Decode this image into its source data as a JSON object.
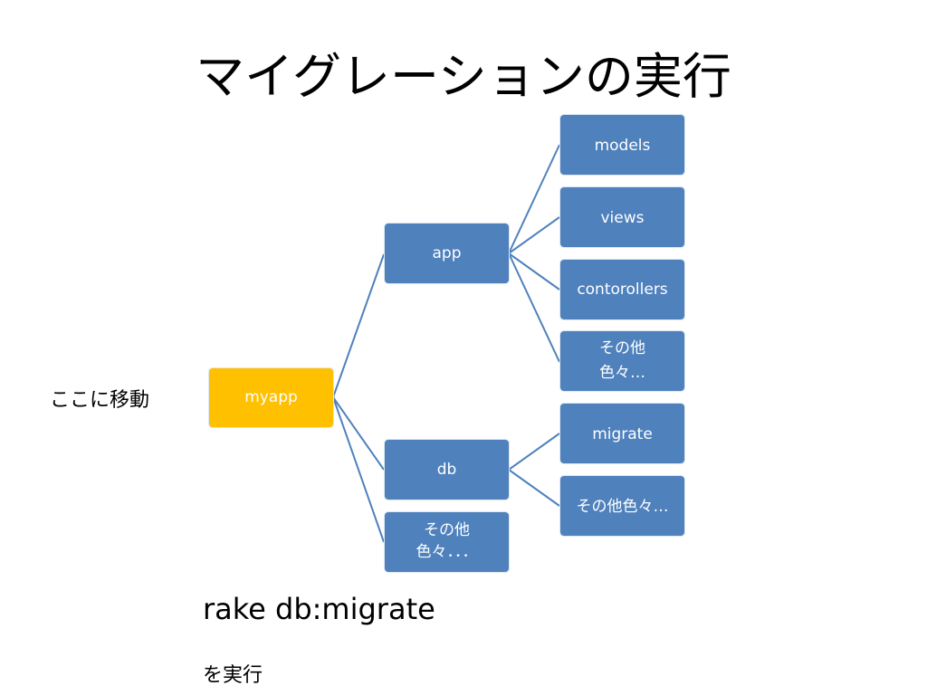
{
  "title": "マイグレーションの実行",
  "side_note": "ここに移動",
  "nodes": {
    "myapp": "myapp",
    "app": "app",
    "db": "db",
    "other_root_line1": "その他",
    "other_root_line2": "色々．．．",
    "models": "models",
    "views": "views",
    "controllers": "contorollers",
    "other_app_line1": "その他",
    "other_app_line2": "色々…",
    "migrate": "migrate",
    "other_db": "その他色々…"
  },
  "command": "rake db:migrate",
  "command_suffix": "を実行",
  "colors": {
    "node": "#4f81bd",
    "root_node": "#ffc000",
    "connector": "#4f81bd"
  }
}
